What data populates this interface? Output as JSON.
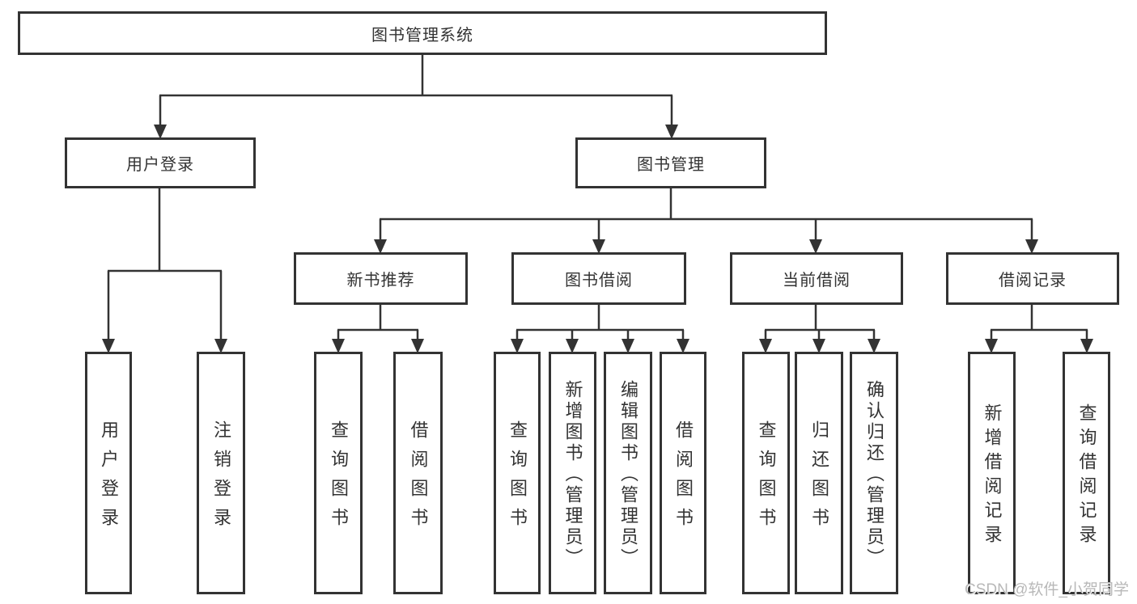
{
  "tree": {
    "root": "图书管理系统",
    "branches": [
      {
        "label": "用户登录",
        "children": [
          "用户登录",
          "注销登录"
        ]
      },
      {
        "label": "图书管理"
      }
    ],
    "book_sections": [
      {
        "label": "新书推荐",
        "children": [
          "查询图书",
          "借阅图书"
        ]
      },
      {
        "label": "图书借阅",
        "children": [
          "查询图书",
          "新增图书（管理员）",
          "编辑图书（管理员）",
          "借阅图书"
        ]
      },
      {
        "label": "当前借阅",
        "children": [
          "查询图书",
          "归还图书",
          "确认归还（管理员）"
        ]
      },
      {
        "label": "借阅记录",
        "children": [
          "新增借阅记录",
          "查询借阅记录"
        ]
      }
    ]
  },
  "watermark": "CSDN @软件_小贺同学",
  "colors": {
    "border": "#333333",
    "line": "#333333",
    "text": "#333333",
    "watermark": "#b8b8b8",
    "background": "#ffffff"
  }
}
